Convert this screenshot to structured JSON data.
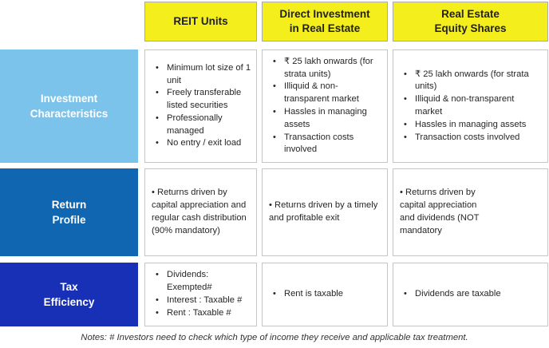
{
  "headers": [
    "REIT Units",
    "Direct Investment\nin Real Estate",
    "Real Estate\nEquity Shares"
  ],
  "rows": [
    {
      "label": "Investment\nCharacteristics",
      "color": "#7cc3ec",
      "cells": [
        {
          "items": [
            "Minimum lot size of 1 unit",
            "Freely transferable listed securities",
            "Professionally managed",
            "No entry / exit load"
          ]
        },
        {
          "items": [
            "₹ 25 lakh onwards (for strata units)",
            "Illiquid & non-transparent market",
            "Hassles in managing assets",
            "Transaction costs involved"
          ]
        },
        {
          "items": [
            "₹ 25 lakh onwards (for strata units)",
            "Illiquid & non-transparent market",
            "Hassles in managing assets",
            "Transaction costs involved"
          ]
        }
      ]
    },
    {
      "label": "Return\nProfile",
      "color": "#1066b0",
      "cells": [
        {
          "text": "• Returns driven by capital appreciation and regular cash distribution (90% mandatory)"
        },
        {
          "text": "• Returns driven by a timely and profitable exit"
        },
        {
          "text": "• Returns driven by\ncapital appreciation\nand dividends (NOT\nmandatory"
        }
      ]
    },
    {
      "label": "Tax\nEfficiency",
      "color": "#1730b5",
      "cells": [
        {
          "items": [
            "Dividends: Exempted#",
            "Interest : Taxable #",
            "Rent : Taxable #"
          ]
        },
        {
          "items": [
            "Rent is taxable"
          ]
        },
        {
          "items": [
            "Dividends are taxable"
          ]
        }
      ]
    }
  ],
  "note": "Notes: # Investors need to check which type of income they receive and applicable tax treatment."
}
